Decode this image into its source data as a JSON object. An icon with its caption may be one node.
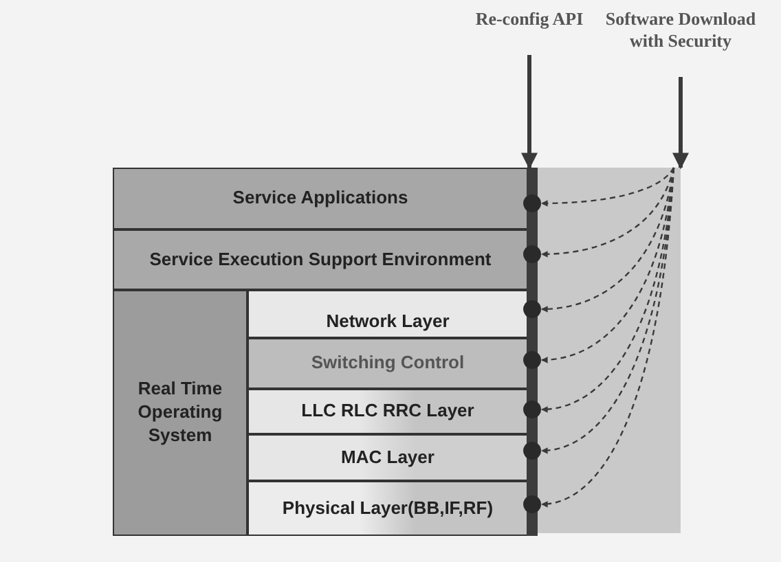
{
  "diagram": {
    "nodes": [
      {
        "text": [
          "Re-config API"
        ]
      },
      {
        "text": [
          "Software Download with Security"
        ]
      },
      {
        "text": [
          "Service Applications"
        ]
      },
      {
        "text": [
          "Service Execution Support Environment"
        ]
      },
      {
        "text": [
          "Real Time Operating System"
        ]
      },
      {
        "text": [
          "Network Layer"
        ]
      },
      {
        "text": [
          "Switching Control"
        ]
      },
      {
        "text": [
          "LLC RLC RRC Layer"
        ]
      },
      {
        "text": [
          "MAC Layer"
        ]
      },
      {
        "text": [
          "Physical Layer(BB,IF,RF)"
        ]
      },
      {
        "text": [],
        "shape": "bar"
      },
      {
        "text": [],
        "shape": "box"
      },
      {
        "text": [],
        "shape": "circle"
      },
      {
        "text": [],
        "shape": "circle"
      },
      {
        "text": [],
        "shape": "circle"
      },
      {
        "text": [],
        "shape": "circle"
      },
      {
        "text": [],
        "shape": "circle"
      },
      {
        "text": [],
        "shape": "circle"
      },
      {
        "text": [],
        "shape": "circle"
      }
    ],
    "edges": [
      {
        "from": 0,
        "to": 10,
        "arrow": "to",
        "style": "thick"
      },
      {
        "from": 1,
        "to": 11,
        "arrow": "to",
        "style": "thick"
      },
      {
        "from": 11,
        "to": 12,
        "arrow": "to",
        "style": "dashed"
      },
      {
        "from": 11,
        "to": 13,
        "arrow": "to",
        "style": "dashed"
      },
      {
        "from": 11,
        "to": 14,
        "arrow": "to",
        "style": "dashed"
      },
      {
        "from": 11,
        "to": 15,
        "arrow": "to",
        "style": "dashed"
      },
      {
        "from": 11,
        "to": 16,
        "arrow": "to",
        "style": "dashed"
      },
      {
        "from": 11,
        "to": 17,
        "arrow": "to",
        "style": "dashed"
      },
      {
        "from": 11,
        "to": 18,
        "arrow": "to",
        "style": "dashed"
      }
    ]
  }
}
